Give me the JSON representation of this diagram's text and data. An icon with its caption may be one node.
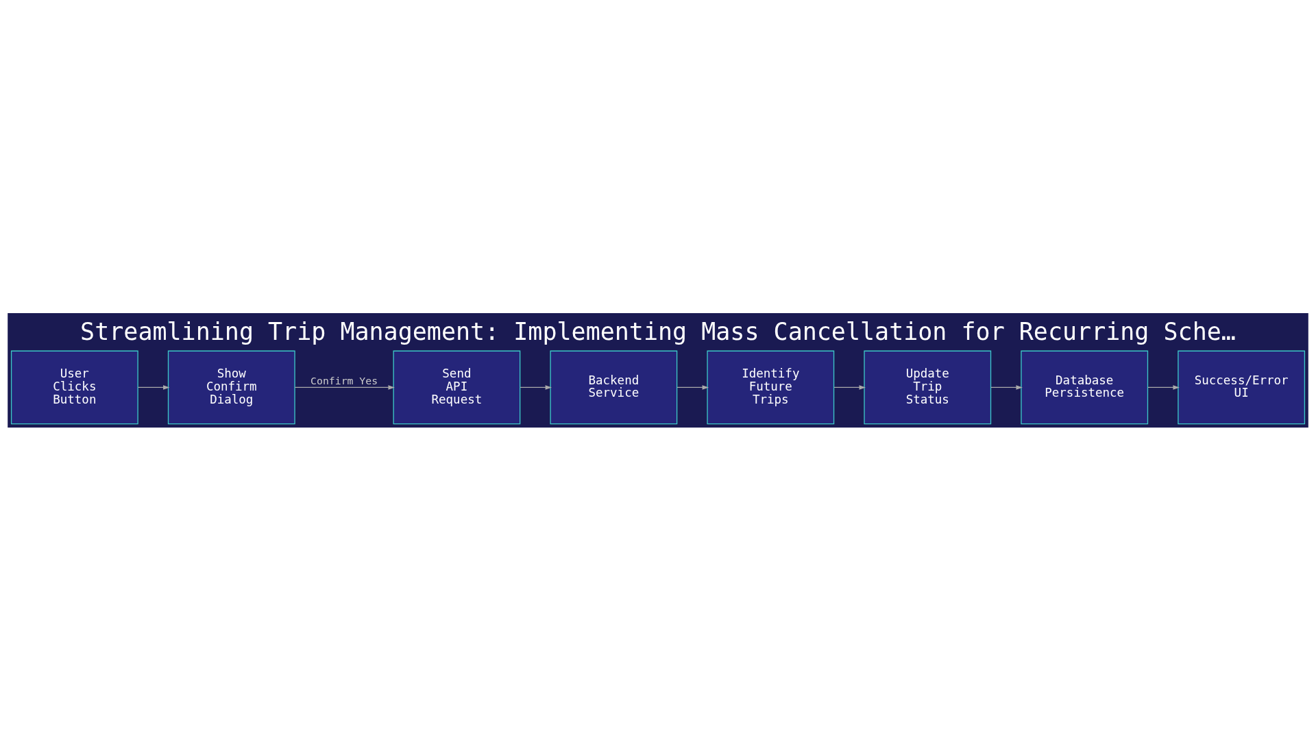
{
  "diagram": {
    "title": "Streamlining Trip Management: Implementing Mass Cancellation for Recurring Sche…",
    "nodes": [
      {
        "text": [
          "User Clicks Button"
        ]
      },
      {
        "text": [
          "Show Confirm Dialog"
        ]
      },
      {
        "text": [
          "Send API Request"
        ]
      },
      {
        "text": [
          "Backend Service"
        ]
      },
      {
        "text": [
          "Identify Future Trips"
        ]
      },
      {
        "text": [
          "Update Trip Status"
        ]
      },
      {
        "text": [
          "Database Persistence"
        ]
      },
      {
        "text": [
          "Success/Error UI"
        ]
      }
    ],
    "edges": [
      {
        "from": 0,
        "to": 1,
        "arrow": "to"
      },
      {
        "from": 1,
        "to": 2,
        "arrow": "to",
        "label": "Confirm Yes"
      },
      {
        "from": 2,
        "to": 3,
        "arrow": "to"
      },
      {
        "from": 3,
        "to": 4,
        "arrow": "to"
      },
      {
        "from": 4,
        "to": 5,
        "arrow": "to"
      },
      {
        "from": 5,
        "to": 6,
        "arrow": "to"
      },
      {
        "from": 6,
        "to": 7,
        "arrow": "to"
      }
    ]
  }
}
